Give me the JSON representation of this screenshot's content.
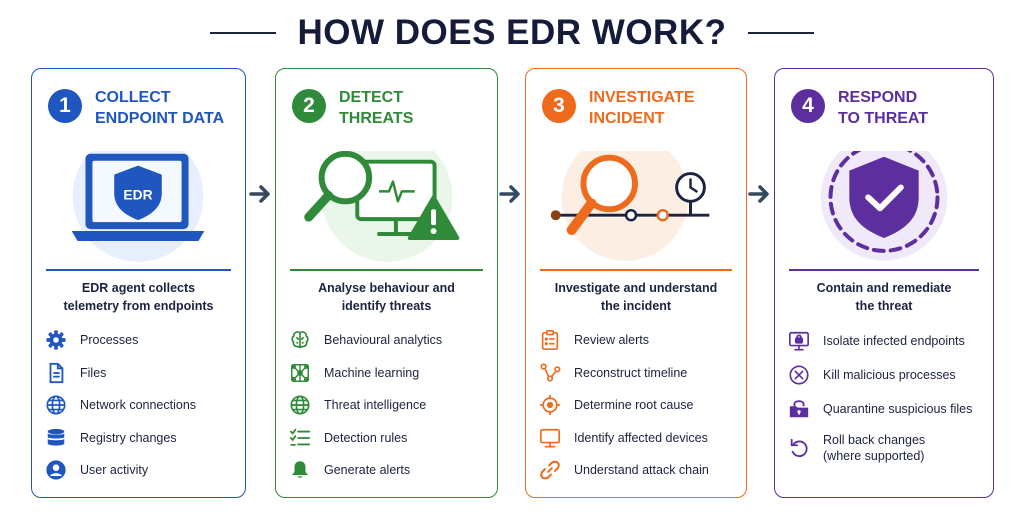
{
  "title": "HOW DOES EDR WORK?",
  "colors": {
    "collect": "#1f56c0",
    "detect": "#2f8a39",
    "investigate": "#ee6a1c",
    "respond": "#5d2e9e",
    "arrow": "#34495e"
  },
  "steps": [
    {
      "number": "1",
      "title_line1": "COLLECT",
      "title_line2": "ENDPOINT DATA",
      "badge_text": "EDR",
      "desc_line1": "EDR agent collects",
      "desc_line2": "telemetry from endpoints",
      "items": [
        {
          "label": "Processes",
          "icon": "gear-icon"
        },
        {
          "label": "Files",
          "icon": "file-icon"
        },
        {
          "label": "Network connections",
          "icon": "globe-icon"
        },
        {
          "label": "Registry changes",
          "icon": "database-icon"
        },
        {
          "label": "User activity",
          "icon": "user-icon"
        }
      ]
    },
    {
      "number": "2",
      "title_line1": "DETECT",
      "title_line2": "THREATS",
      "desc_line1": "Analyse behaviour and",
      "desc_line2": "identify threats",
      "items": [
        {
          "label": "Behavioural analytics",
          "icon": "brain-icon"
        },
        {
          "label": "Machine learning",
          "icon": "network-icon"
        },
        {
          "label": "Threat intelligence",
          "icon": "globe-icon"
        },
        {
          "label": "Detection rules",
          "icon": "checklist-icon"
        },
        {
          "label": "Generate alerts",
          "icon": "bell-icon"
        }
      ]
    },
    {
      "number": "3",
      "title_line1": "INVESTIGATE",
      "title_line2": "INCIDENT",
      "desc_line1": "Investigate and understand",
      "desc_line2": "the incident",
      "items": [
        {
          "label": "Review alerts",
          "icon": "clipboard-icon"
        },
        {
          "label": "Reconstruct timeline",
          "icon": "route-icon"
        },
        {
          "label": "Determine root cause",
          "icon": "target-icon"
        },
        {
          "label": "Identify affected devices",
          "icon": "monitor-icon"
        },
        {
          "label": "Understand attack chain",
          "icon": "link-icon"
        }
      ]
    },
    {
      "number": "4",
      "title_line1": "RESPOND",
      "title_line2": "TO THREAT",
      "desc_line1": "Contain and remediate",
      "desc_line2": "the threat",
      "items": [
        {
          "label": "Isolate infected endpoints",
          "icon": "lock-monitor-icon"
        },
        {
          "label": "Kill malicious processes",
          "icon": "x-circle-icon"
        },
        {
          "label": "Quarantine suspicious files",
          "icon": "lock-folder-icon"
        },
        {
          "label": "Roll back changes",
          "label2": "(where supported)",
          "icon": "undo-icon"
        }
      ]
    }
  ]
}
